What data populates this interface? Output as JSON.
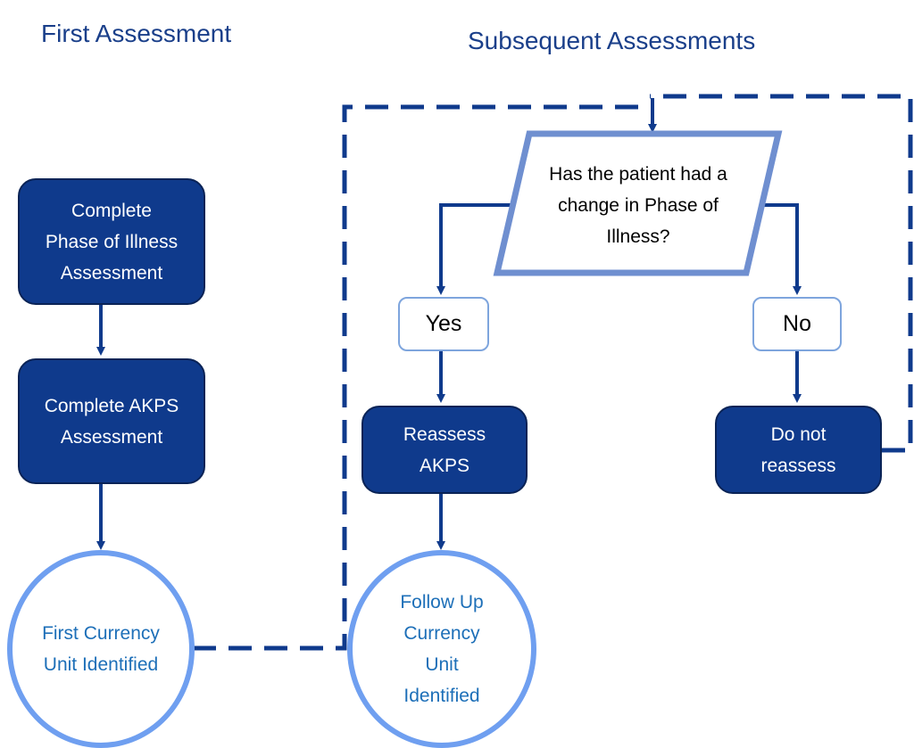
{
  "headings": {
    "first": "First Assessment",
    "subsequent": "Subsequent Assessments"
  },
  "first_column": {
    "phase_box": [
      "Complete",
      "Phase of Illness",
      "Assessment"
    ],
    "akps_box": [
      "Complete AKPS",
      "Assessment"
    ],
    "currency_circle": [
      "First Currency",
      "Unit Identified"
    ]
  },
  "subsequent_column": {
    "decision": [
      "Has the patient had a",
      "change in Phase of",
      "Illness?"
    ],
    "yes_label": "Yes",
    "no_label": "No",
    "reassess_box": [
      "Reassess",
      "AKPS"
    ],
    "do_not_box": [
      "Do not",
      "reassess"
    ],
    "followup_circle": [
      "Follow Up",
      "Currency",
      "Unit",
      "Identified"
    ]
  },
  "colors": {
    "dark_fill": "#0f3a8c",
    "dark_border": "#0a2356",
    "arrow": "#0f3a8c",
    "dashed_line": "#0f3a8c",
    "light_border": "#7ea5dd",
    "parallelogram_border": "#6f8fd0",
    "circle_border": "#6f9ff0",
    "circle_text": "#1d6fb8",
    "heading_text": "#1a3f8a"
  }
}
